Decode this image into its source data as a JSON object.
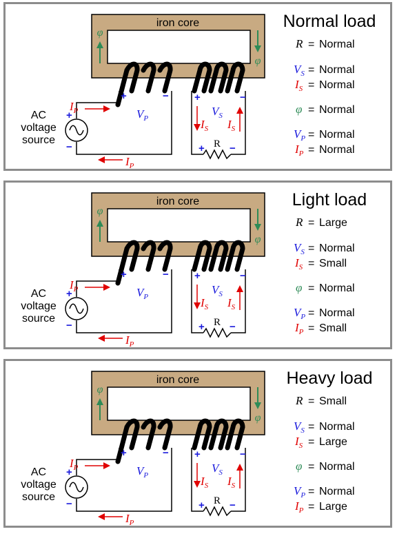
{
  "panels": [
    {
      "title": "Normal load",
      "rows": {
        "r": "Normal",
        "vs": "Normal",
        "is": "Normal",
        "phi": "Normal",
        "vp": "Normal",
        "ip": "Normal"
      }
    },
    {
      "title": "Light load",
      "rows": {
        "r": "Large",
        "vs": "Normal",
        "is": "Small",
        "phi": "Normal",
        "vp": "Normal",
        "ip": "Small"
      }
    },
    {
      "title": "Heavy load",
      "rows": {
        "r": "Small",
        "vs": "Normal",
        "is": "Large",
        "phi": "Normal",
        "vp": "Normal",
        "ip": "Large"
      }
    }
  ],
  "labels": {
    "core": "iron core",
    "source_l1": "AC",
    "source_l2": "voltage",
    "source_l3": "source",
    "resistor": "R",
    "phi": "φ",
    "eq": "=",
    "plus": "+",
    "minus": "−",
    "sym_r": "R",
    "sym_v": "V",
    "sym_i": "I",
    "sub_s": "S",
    "sub_p": "P"
  },
  "colors": {
    "core_fill": "#c8aa82",
    "core_stroke": "#000000",
    "blue": "#1a1adc",
    "red": "#e00000",
    "green": "#2e8b57",
    "frame": "#8c8c8c"
  }
}
